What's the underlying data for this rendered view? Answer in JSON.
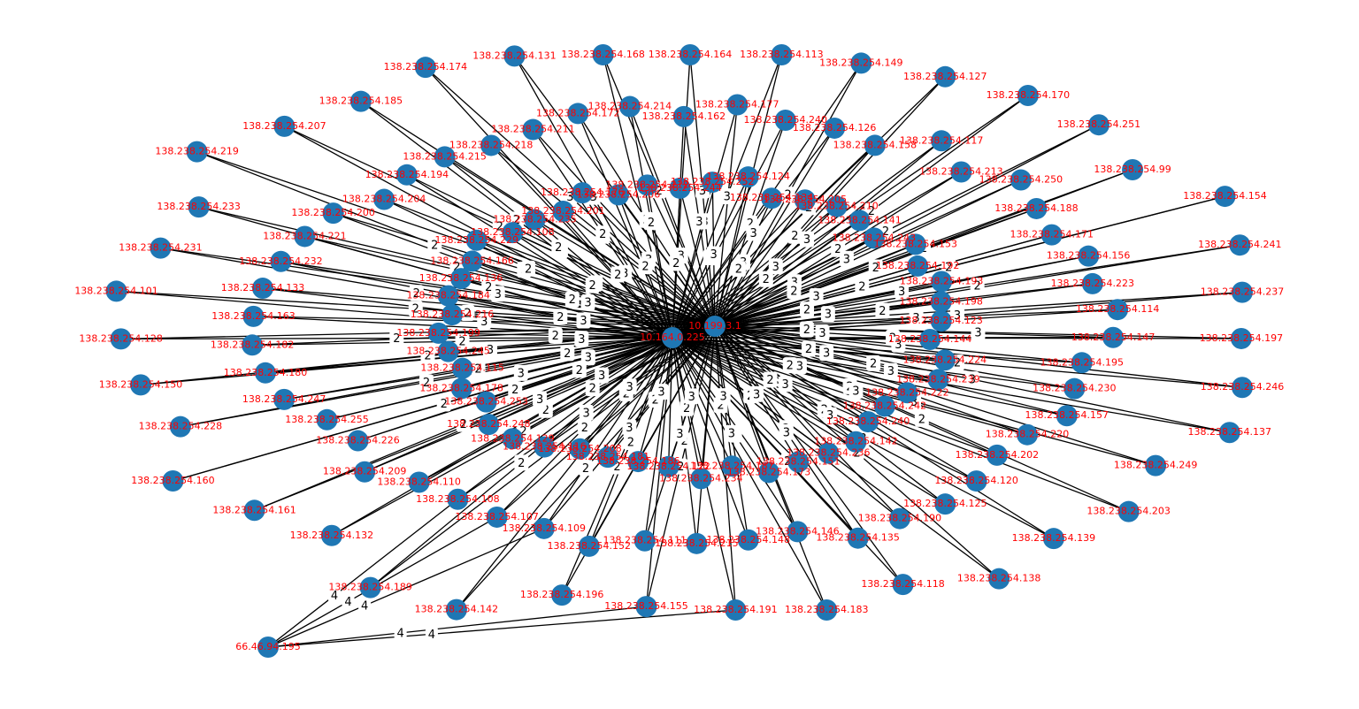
{
  "graph": {
    "node_color": "#1f77b4",
    "label_color": "#ff0000",
    "edge_color": "#000000",
    "hubs": [
      "10.199.3.1",
      "10.164.0.225"
    ],
    "outlier": "66.46.94.195",
    "outlier_edge_label": "4",
    "outlier_neighbors": [
      "138.238.254.155",
      "138.238.254.191",
      "138.238.254.107",
      "138.238.254.108",
      "138.238.254.109"
    ],
    "leaves": [
      {
        "ip": "138.238.254.164",
        "w": 3
      },
      {
        "ip": "138.238.254.113",
        "w": 3
      },
      {
        "ip": "138.238.254.149",
        "w": 2
      },
      {
        "ip": "138.238.254.127",
        "w": 2
      },
      {
        "ip": "138.238.254.170",
        "w": 2
      },
      {
        "ip": "138.238.254.251",
        "w": 2
      },
      {
        "ip": "138.238.254.99",
        "w": 2
      },
      {
        "ip": "138.238.254.154",
        "w": 2
      },
      {
        "ip": "138.238.254.241",
        "w": 2
      },
      {
        "ip": "138.238.254.237",
        "w": 3
      },
      {
        "ip": "138.238.254.197",
        "w": 3
      },
      {
        "ip": "138.238.254.246",
        "w": 2
      },
      {
        "ip": "138.238.254.137",
        "w": 3
      },
      {
        "ip": "138.238.254.249",
        "w": 3
      },
      {
        "ip": "138.238.254.203",
        "w": 2
      },
      {
        "ip": "138.238.254.139",
        "w": 3
      },
      {
        "ip": "138.238.254.138",
        "w": 2
      },
      {
        "ip": "138.238.254.118",
        "w": 2
      },
      {
        "ip": "138.238.254.183",
        "w": 3
      },
      {
        "ip": "138.238.254.191",
        "w": 2
      },
      {
        "ip": "138.238.254.155",
        "w": 2
      },
      {
        "ip": "138.238.254.196",
        "w": 2
      },
      {
        "ip": "138.238.254.142",
        "w": 2
      },
      {
        "ip": "138.238.254.189",
        "w": 2
      },
      {
        "ip": "138.238.254.132",
        "w": 2
      },
      {
        "ip": "138.238.254.161",
        "w": 2
      },
      {
        "ip": "138.238.254.160",
        "w": 2
      },
      {
        "ip": "138.238.254.228",
        "w": 2
      },
      {
        "ip": "138.238.254.150",
        "w": 2
      },
      {
        "ip": "138.238.254.128",
        "w": 2
      },
      {
        "ip": "138.238.254.101",
        "w": 2
      },
      {
        "ip": "138.238.254.231",
        "w": 2
      },
      {
        "ip": "138.238.254.233",
        "w": 2
      },
      {
        "ip": "138.238.254.219",
        "w": 2
      },
      {
        "ip": "138.238.254.207",
        "w": 2
      },
      {
        "ip": "138.238.254.185",
        "w": 2
      },
      {
        "ip": "138.238.254.174",
        "w": 3
      },
      {
        "ip": "138.238.254.131",
        "w": 3
      },
      {
        "ip": "138.238.254.168",
        "w": 2
      },
      {
        "ip": "138.238.254.177",
        "w": 3
      },
      {
        "ip": "138.238.254.240",
        "w": 2
      },
      {
        "ip": "138.238.254.126",
        "w": 3
      },
      {
        "ip": "138.238.254.158",
        "w": 2
      },
      {
        "ip": "138.238.254.117",
        "w": 3
      },
      {
        "ip": "138.238.254.213",
        "w": 2
      },
      {
        "ip": "138.238.254.250",
        "w": 3
      },
      {
        "ip": "138.238.254.188",
        "w": 2
      },
      {
        "ip": "138.238.254.171",
        "w": 2
      },
      {
        "ip": "138.238.254.156",
        "w": 3
      },
      {
        "ip": "138.238.254.223",
        "w": 2
      },
      {
        "ip": "138.238.254.114",
        "w": 3
      },
      {
        "ip": "138.238.254.147",
        "w": 2
      },
      {
        "ip": "138.238.254.195",
        "w": 3
      },
      {
        "ip": "138.238.254.230",
        "w": 2
      },
      {
        "ip": "138.238.254.157",
        "w": 3
      },
      {
        "ip": "138.238.254.220",
        "w": 2
      },
      {
        "ip": "138.238.254.202",
        "w": 3
      },
      {
        "ip": "138.238.254.120",
        "w": 2
      },
      {
        "ip": "138.238.254.125",
        "w": 3
      },
      {
        "ip": "138.238.254.190",
        "w": 2
      },
      {
        "ip": "138.238.254.135",
        "w": 3
      },
      {
        "ip": "138.238.254.146",
        "w": 2
      },
      {
        "ip": "138.238.254.148",
        "w": 3
      },
      {
        "ip": "138.238.254.215",
        "w": 2
      },
      {
        "ip": "138.238.254.111",
        "w": 3
      },
      {
        "ip": "138.238.254.152",
        "w": 2
      },
      {
        "ip": "138.238.254.109",
        "w": 3
      },
      {
        "ip": "138.238.254.107",
        "w": 2
      },
      {
        "ip": "138.238.254.108",
        "w": 3
      },
      {
        "ip": "138.238.254.110",
        "w": 2
      },
      {
        "ip": "138.238.254.209",
        "w": 3
      },
      {
        "ip": "138.238.254.226",
        "w": 2
      },
      {
        "ip": "138.238.254.255",
        "w": 3
      },
      {
        "ip": "138.238.254.247",
        "w": 2
      },
      {
        "ip": "138.238.254.180",
        "w": 3
      },
      {
        "ip": "138.238.254.182",
        "w": 2
      },
      {
        "ip": "138.238.254.163",
        "w": 3
      },
      {
        "ip": "138.238.254.133",
        "w": 2
      },
      {
        "ip": "138.238.254.232",
        "w": 3
      },
      {
        "ip": "138.238.254.221",
        "w": 2
      },
      {
        "ip": "138.238.254.200",
        "w": 3
      },
      {
        "ip": "138.238.254.204",
        "w": 2
      },
      {
        "ip": "138.238.254.194",
        "w": 3
      },
      {
        "ip": "138.238.254.215",
        "w": 2
      },
      {
        "ip": "138.238.254.218",
        "w": 3
      },
      {
        "ip": "138.238.254.211",
        "w": 2
      },
      {
        "ip": "138.238.254.172",
        "w": 3
      },
      {
        "ip": "138.238.254.214",
        "w": 2
      },
      {
        "ip": "138.238.254.162",
        "w": 3
      },
      {
        "ip": "138.238.254.124",
        "w": 2
      },
      {
        "ip": "138.238.254.134",
        "w": 3
      },
      {
        "ip": "138.238.254.205",
        "w": 2
      },
      {
        "ip": "138.238.254.210",
        "w": 3
      },
      {
        "ip": "138.238.254.141",
        "w": 2
      },
      {
        "ip": "138.238.254.243",
        "w": 3
      },
      {
        "ip": "138.238.254.153",
        "w": 2
      },
      {
        "ip": "138.238.254.192",
        "w": 3
      },
      {
        "ip": "138.238.254.193",
        "w": 2
      },
      {
        "ip": "138.238.254.198",
        "w": 3
      },
      {
        "ip": "138.238.254.123",
        "w": 2
      },
      {
        "ip": "138.238.254.144",
        "w": 3
      },
      {
        "ip": "138.238.254.224",
        "w": 2
      },
      {
        "ip": "138.238.254.239",
        "w": 3
      },
      {
        "ip": "138.238.254.222",
        "w": 2
      },
      {
        "ip": "138.238.254.242",
        "w": 3
      },
      {
        "ip": "138.238.254.240",
        "w": 2
      },
      {
        "ip": "138.238.254.142",
        "w": 3
      },
      {
        "ip": "138.238.254.236",
        "w": 2
      },
      {
        "ip": "138.238.254.151",
        "w": 3
      },
      {
        "ip": "138.238.254.173",
        "w": 2
      },
      {
        "ip": "138.238.254.187",
        "w": 3
      },
      {
        "ip": "138.238.254.234",
        "w": 2
      },
      {
        "ip": "138.238.254.122",
        "w": 3
      },
      {
        "ip": "138.238.254.186",
        "w": 2
      },
      {
        "ip": "138.238.254.181",
        "w": 3
      },
      {
        "ip": "138.238.254.208",
        "w": 2
      },
      {
        "ip": "138.238.254.116",
        "w": 3
      },
      {
        "ip": "138.238.254.129",
        "w": 2
      },
      {
        "ip": "138.238.254.248",
        "w": 3
      },
      {
        "ip": "138.238.254.253",
        "w": 2
      },
      {
        "ip": "138.238.254.178",
        "w": 3
      },
      {
        "ip": "138.238.254.115",
        "w": 2
      },
      {
        "ip": "138.238.254.245",
        "w": 3
      },
      {
        "ip": "138.238.254.199",
        "w": 2
      },
      {
        "ip": "138.238.254.216",
        "w": 3
      },
      {
        "ip": "138.238.254.184",
        "w": 2
      },
      {
        "ip": "138.238.254.136",
        "w": 3
      },
      {
        "ip": "138.238.254.166",
        "w": 2
      },
      {
        "ip": "138.238.254.229",
        "w": 3
      },
      {
        "ip": "138.238.254.108",
        "w": 2
      },
      {
        "ip": "138.238.254.235",
        "w": 3
      },
      {
        "ip": "138.238.254.201",
        "w": 2
      },
      {
        "ip": "138.238.254.176",
        "w": 3
      },
      {
        "ip": "138.238.254.206",
        "w": 2
      },
      {
        "ip": "138.238.254.212",
        "w": 3
      },
      {
        "ip": "138.238.254.244",
        "w": 2
      },
      {
        "ip": "138.238.254.252",
        "w": 3
      }
    ]
  }
}
